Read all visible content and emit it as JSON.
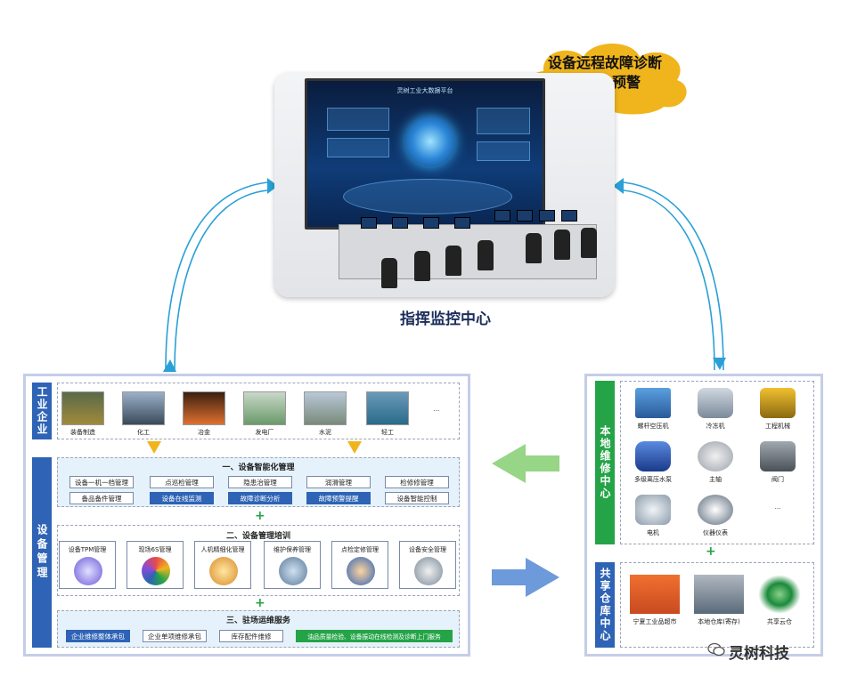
{
  "cloud_text": [
    "设备远程故障诊断",
    "分析、预警"
  ],
  "control_center": {
    "label": "指挥监控中心",
    "screen_title": "灵树工业大数据平台"
  },
  "industry": {
    "label": "工业企业",
    "items": [
      "装备制造",
      "化工",
      "冶金",
      "发电厂",
      "水泥",
      "轻工"
    ],
    "more": "..."
  },
  "management": {
    "label": "设备管理",
    "section1": {
      "title": "一、设备智能化管理",
      "row1": [
        "设备一机一档管理",
        "点巡检管理",
        "隐患治管理",
        "润滑管理",
        "检修修管理"
      ],
      "row2": [
        "备品备件管理",
        "设备在线监测",
        "故障诊断分析",
        "故障预警提醒",
        "设备智能控制"
      ]
    },
    "section2": {
      "title": "二、设备管理培训",
      "cards": [
        "设备TPM管理",
        "现场6S管理",
        "人机精细化管理",
        "维护保养管理",
        "点检定修管理",
        "设备安全管理"
      ]
    },
    "section3": {
      "title": "三、驻场运维服务",
      "items": [
        "企业维修整体承包",
        "企业单项维修承包",
        "库存配件维修",
        "油品质量检验、设备振动在线检测及诊断上门服务"
      ]
    },
    "plus": "+"
  },
  "local_repair": {
    "label": "本地维修中心",
    "items": [
      "螺杆空压机",
      "冷冻机",
      "工程机械",
      "多级离压水泵",
      "主轴",
      "阀门",
      "电机",
      "仪器仪表"
    ],
    "more": "..."
  },
  "shared_warehouse": {
    "label": "共享仓库中心",
    "items": [
      "宁夏工业品超市",
      "本地仓库(寄存)",
      "共享云仓"
    ]
  },
  "watermark": "灵树科技",
  "colors": {
    "blue_label": "#2e63b5",
    "green_label": "#25a447",
    "cloud": "#f0b51d",
    "arrow": "#2aa0d6"
  }
}
